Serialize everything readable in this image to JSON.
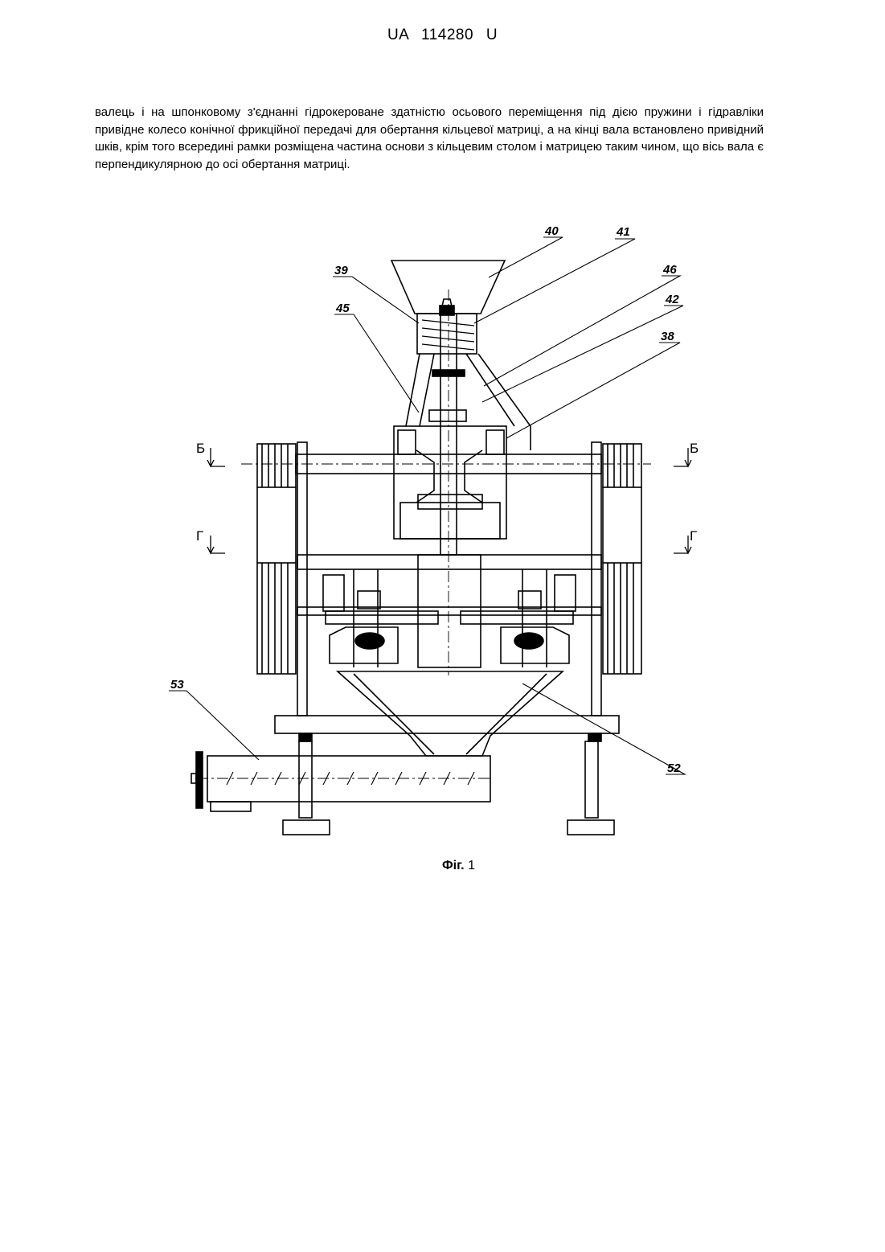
{
  "header": {
    "text": "UA  114280  U"
  },
  "body": {
    "paragraph": "валець і на шпонковому з'єднанні гідрокероване здатністю осьового переміщення під дією пружини і гідравліки привідне колесо конічної фрикційної передачі для обертання кільцевої матриці, а на кінці вала встановлено привідний шків, крім того всередині рамки розміщена частина основи з кільцевим столом і матрицею таким чином, що вісь вала є перпендикулярною до осі обертання матриці."
  },
  "figure": {
    "caption": "Фіг.",
    "caption_number": "1",
    "labels": {
      "l40": "40",
      "l41": "41",
      "l46": "46",
      "l42": "42",
      "l38": "38",
      "l39": "39",
      "l45": "45",
      "l53": "53",
      "l52": "52"
    },
    "section_marks": {
      "b_left": "Б",
      "b_right": "Б",
      "g_left": "Г",
      "g_right": "Г"
    }
  }
}
